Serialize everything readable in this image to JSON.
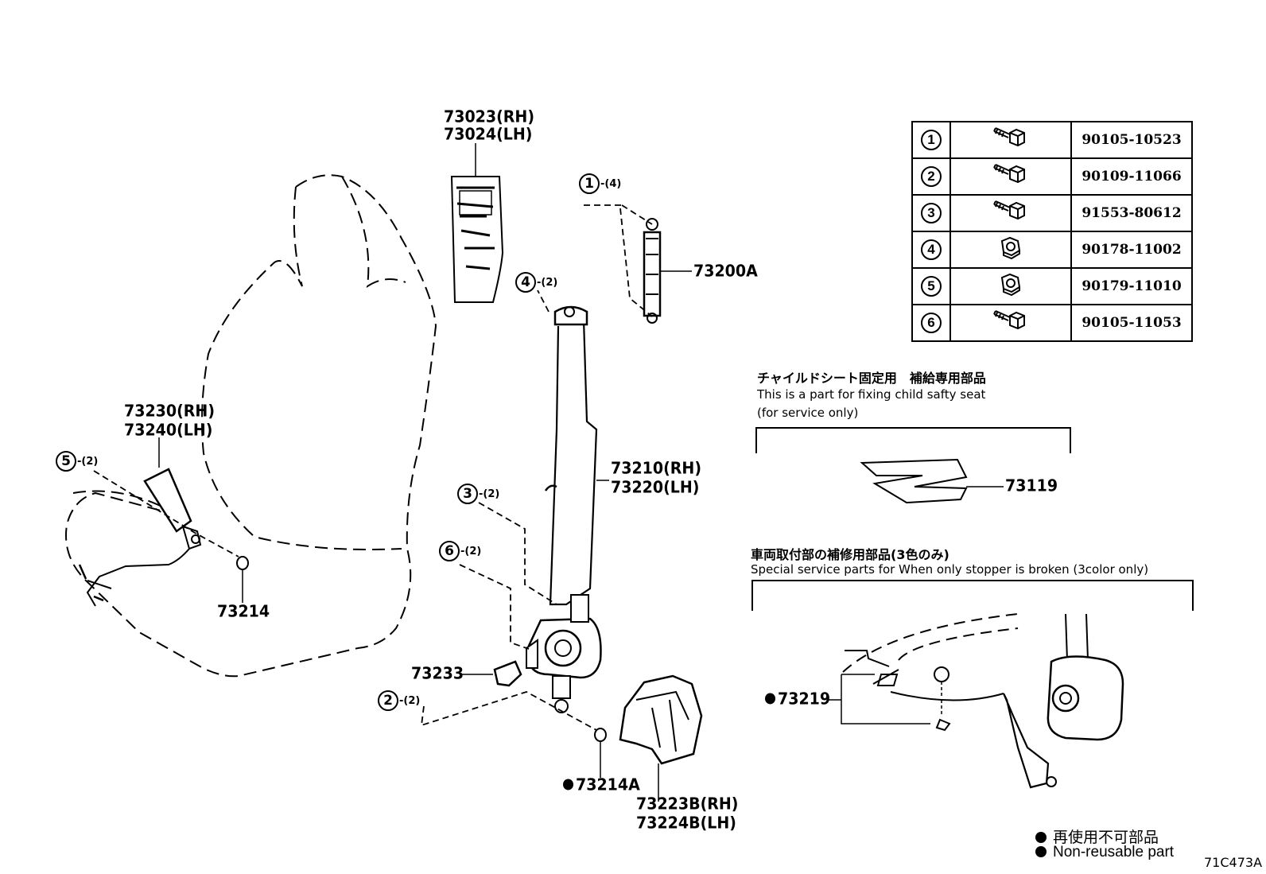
{
  "parts": {
    "p73023": "73023(RH)",
    "p73024": "73024(LH)",
    "p73200A": "73200A",
    "p73230": "73230(RH)",
    "p73240": "73240(LH)",
    "p73214": "73214",
    "p73210": "73210(RH)",
    "p73220": "73220(LH)",
    "p73233": "73233",
    "p73214A": "73214A",
    "p73223B": "73223B(RH)",
    "p73224B": "73224B(LH)",
    "p73119": "73119",
    "p73219": "73219"
  },
  "callouts": [
    {
      "num": "1",
      "qty": "-(4)"
    },
    {
      "num": "4",
      "qty": "-(2)"
    },
    {
      "num": "5",
      "qty": "-(2)"
    },
    {
      "num": "3",
      "qty": "-(2)"
    },
    {
      "num": "6",
      "qty": "-(2)"
    },
    {
      "num": "2",
      "qty": "-(2)"
    }
  ],
  "fastener_table": [
    {
      "idx": "1",
      "icon": "bolt-icon",
      "part_no": "90105-10523"
    },
    {
      "idx": "2",
      "icon": "bolt-icon",
      "part_no": "90109-11066"
    },
    {
      "idx": "3",
      "icon": "bolt-icon",
      "part_no": "91553-80612"
    },
    {
      "idx": "4",
      "icon": "nut-icon",
      "part_no": "90178-11002"
    },
    {
      "idx": "5",
      "icon": "nut-icon",
      "part_no": "90179-11010"
    },
    {
      "idx": "6",
      "icon": "bolt-icon",
      "part_no": "90105-11053"
    }
  ],
  "notes": {
    "child_seat_jp": "チャイルドシート固定用　補給専用部品",
    "child_seat_en1": "This is a part for fixing child safty seat",
    "child_seat_en2": "(for service only)",
    "stopper_jp": "車両取付部の補修用部品(3色のみ)",
    "stopper_en": "Special service parts for When only stopper is broken (3color only)"
  },
  "legend": {
    "jp": "再使用不可部品",
    "en": "Non-reusable part"
  },
  "diagram_id": "71C473A"
}
